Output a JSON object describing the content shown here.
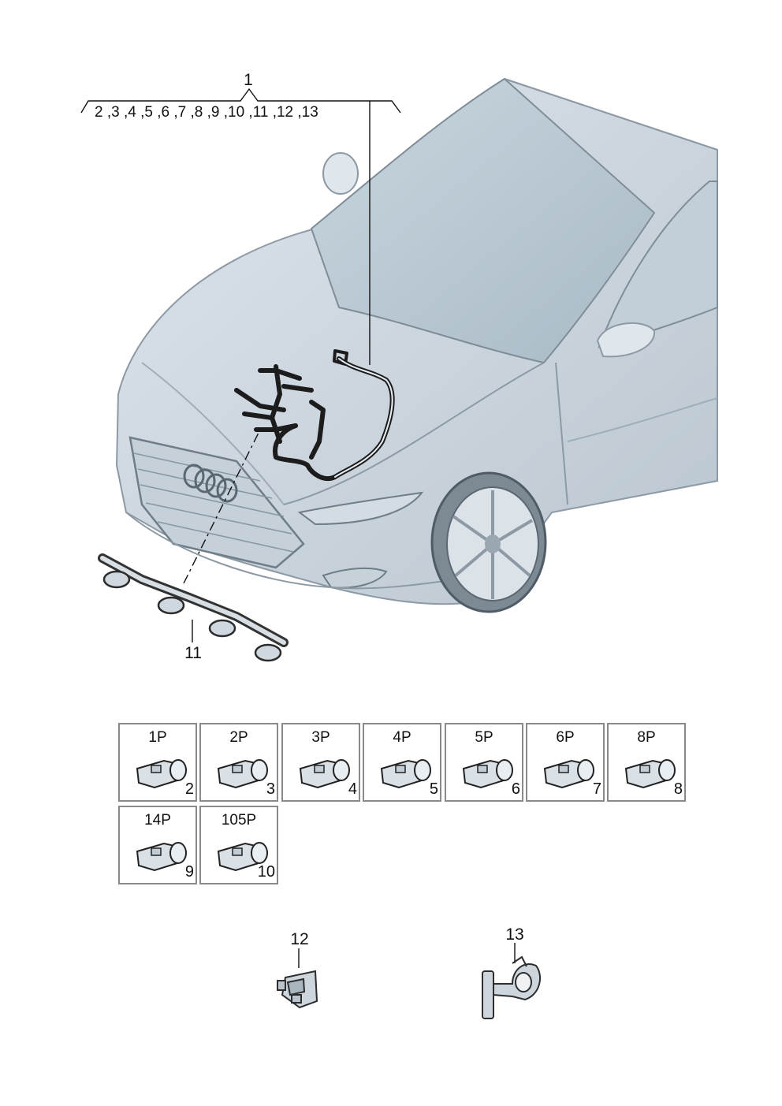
{
  "diagram": {
    "assembly_callout": "1",
    "assembly_refs": "2 ,3 ,4  ,5 ,6 ,7 ,8 ,9 ,10 ,11 ,12 ,13",
    "harness_callout": "11",
    "clip_callout_a": "12",
    "clip_callout_b": "13"
  },
  "connectors": [
    {
      "label": "1P",
      "num": "2"
    },
    {
      "label": "2P",
      "num": "3"
    },
    {
      "label": "3P",
      "num": "4"
    },
    {
      "label": "4P",
      "num": "5"
    },
    {
      "label": "5P",
      "num": "6"
    },
    {
      "label": "6P",
      "num": "7"
    },
    {
      "label": "8P",
      "num": "8"
    },
    {
      "label": "14P",
      "num": "9"
    },
    {
      "label": "105P",
      "num": "10"
    }
  ]
}
